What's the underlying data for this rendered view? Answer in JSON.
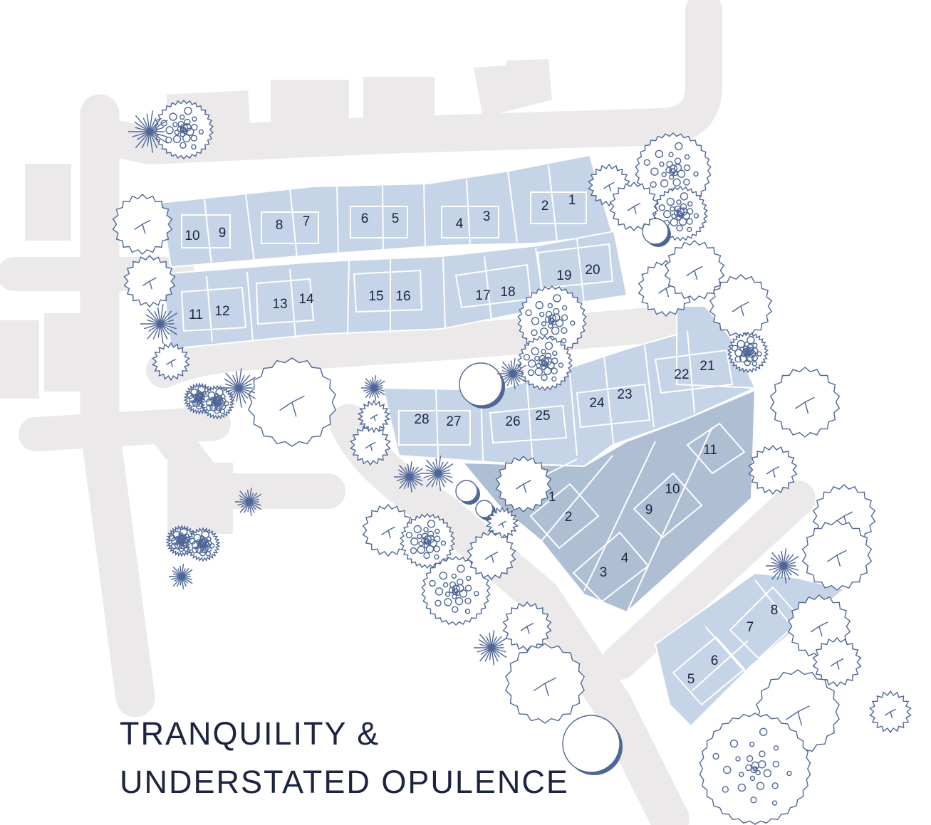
{
  "title": {
    "line1": "TRANQUILITY &",
    "line2": "UNDERSTATED OPULENCE"
  },
  "colors": {
    "road": "#ebe9ea",
    "plot_light": "#c5d4e6",
    "plot_dark": "#aebed3",
    "tree": "#4f6797",
    "text": "#1c2440"
  },
  "lots": [
    {
      "label": "10"
    },
    {
      "label": "9"
    },
    {
      "label": "8"
    },
    {
      "label": "7"
    },
    {
      "label": "6"
    },
    {
      "label": "5"
    },
    {
      "label": "4"
    },
    {
      "label": "3"
    },
    {
      "label": "2"
    },
    {
      "label": "1"
    },
    {
      "label": "11"
    },
    {
      "label": "12"
    },
    {
      "label": "13"
    },
    {
      "label": "14"
    },
    {
      "label": "15"
    },
    {
      "label": "16"
    },
    {
      "label": "17"
    },
    {
      "label": "18"
    },
    {
      "label": "19"
    },
    {
      "label": "20"
    },
    {
      "label": "22"
    },
    {
      "label": "21"
    },
    {
      "label": "24"
    },
    {
      "label": "23"
    },
    {
      "label": "26"
    },
    {
      "label": "25"
    },
    {
      "label": "28"
    },
    {
      "label": "27"
    },
    {
      "label": "11"
    },
    {
      "label": "10"
    },
    {
      "label": "9"
    },
    {
      "label": "1"
    },
    {
      "label": "2"
    },
    {
      "label": "3"
    },
    {
      "label": "4"
    },
    {
      "label": "8"
    },
    {
      "label": "7"
    },
    {
      "label": "6"
    },
    {
      "label": "5"
    }
  ],
  "icons": {
    "tree": "tree-icon",
    "palm": "palm-tree-icon",
    "shrub": "shrub-icon"
  }
}
